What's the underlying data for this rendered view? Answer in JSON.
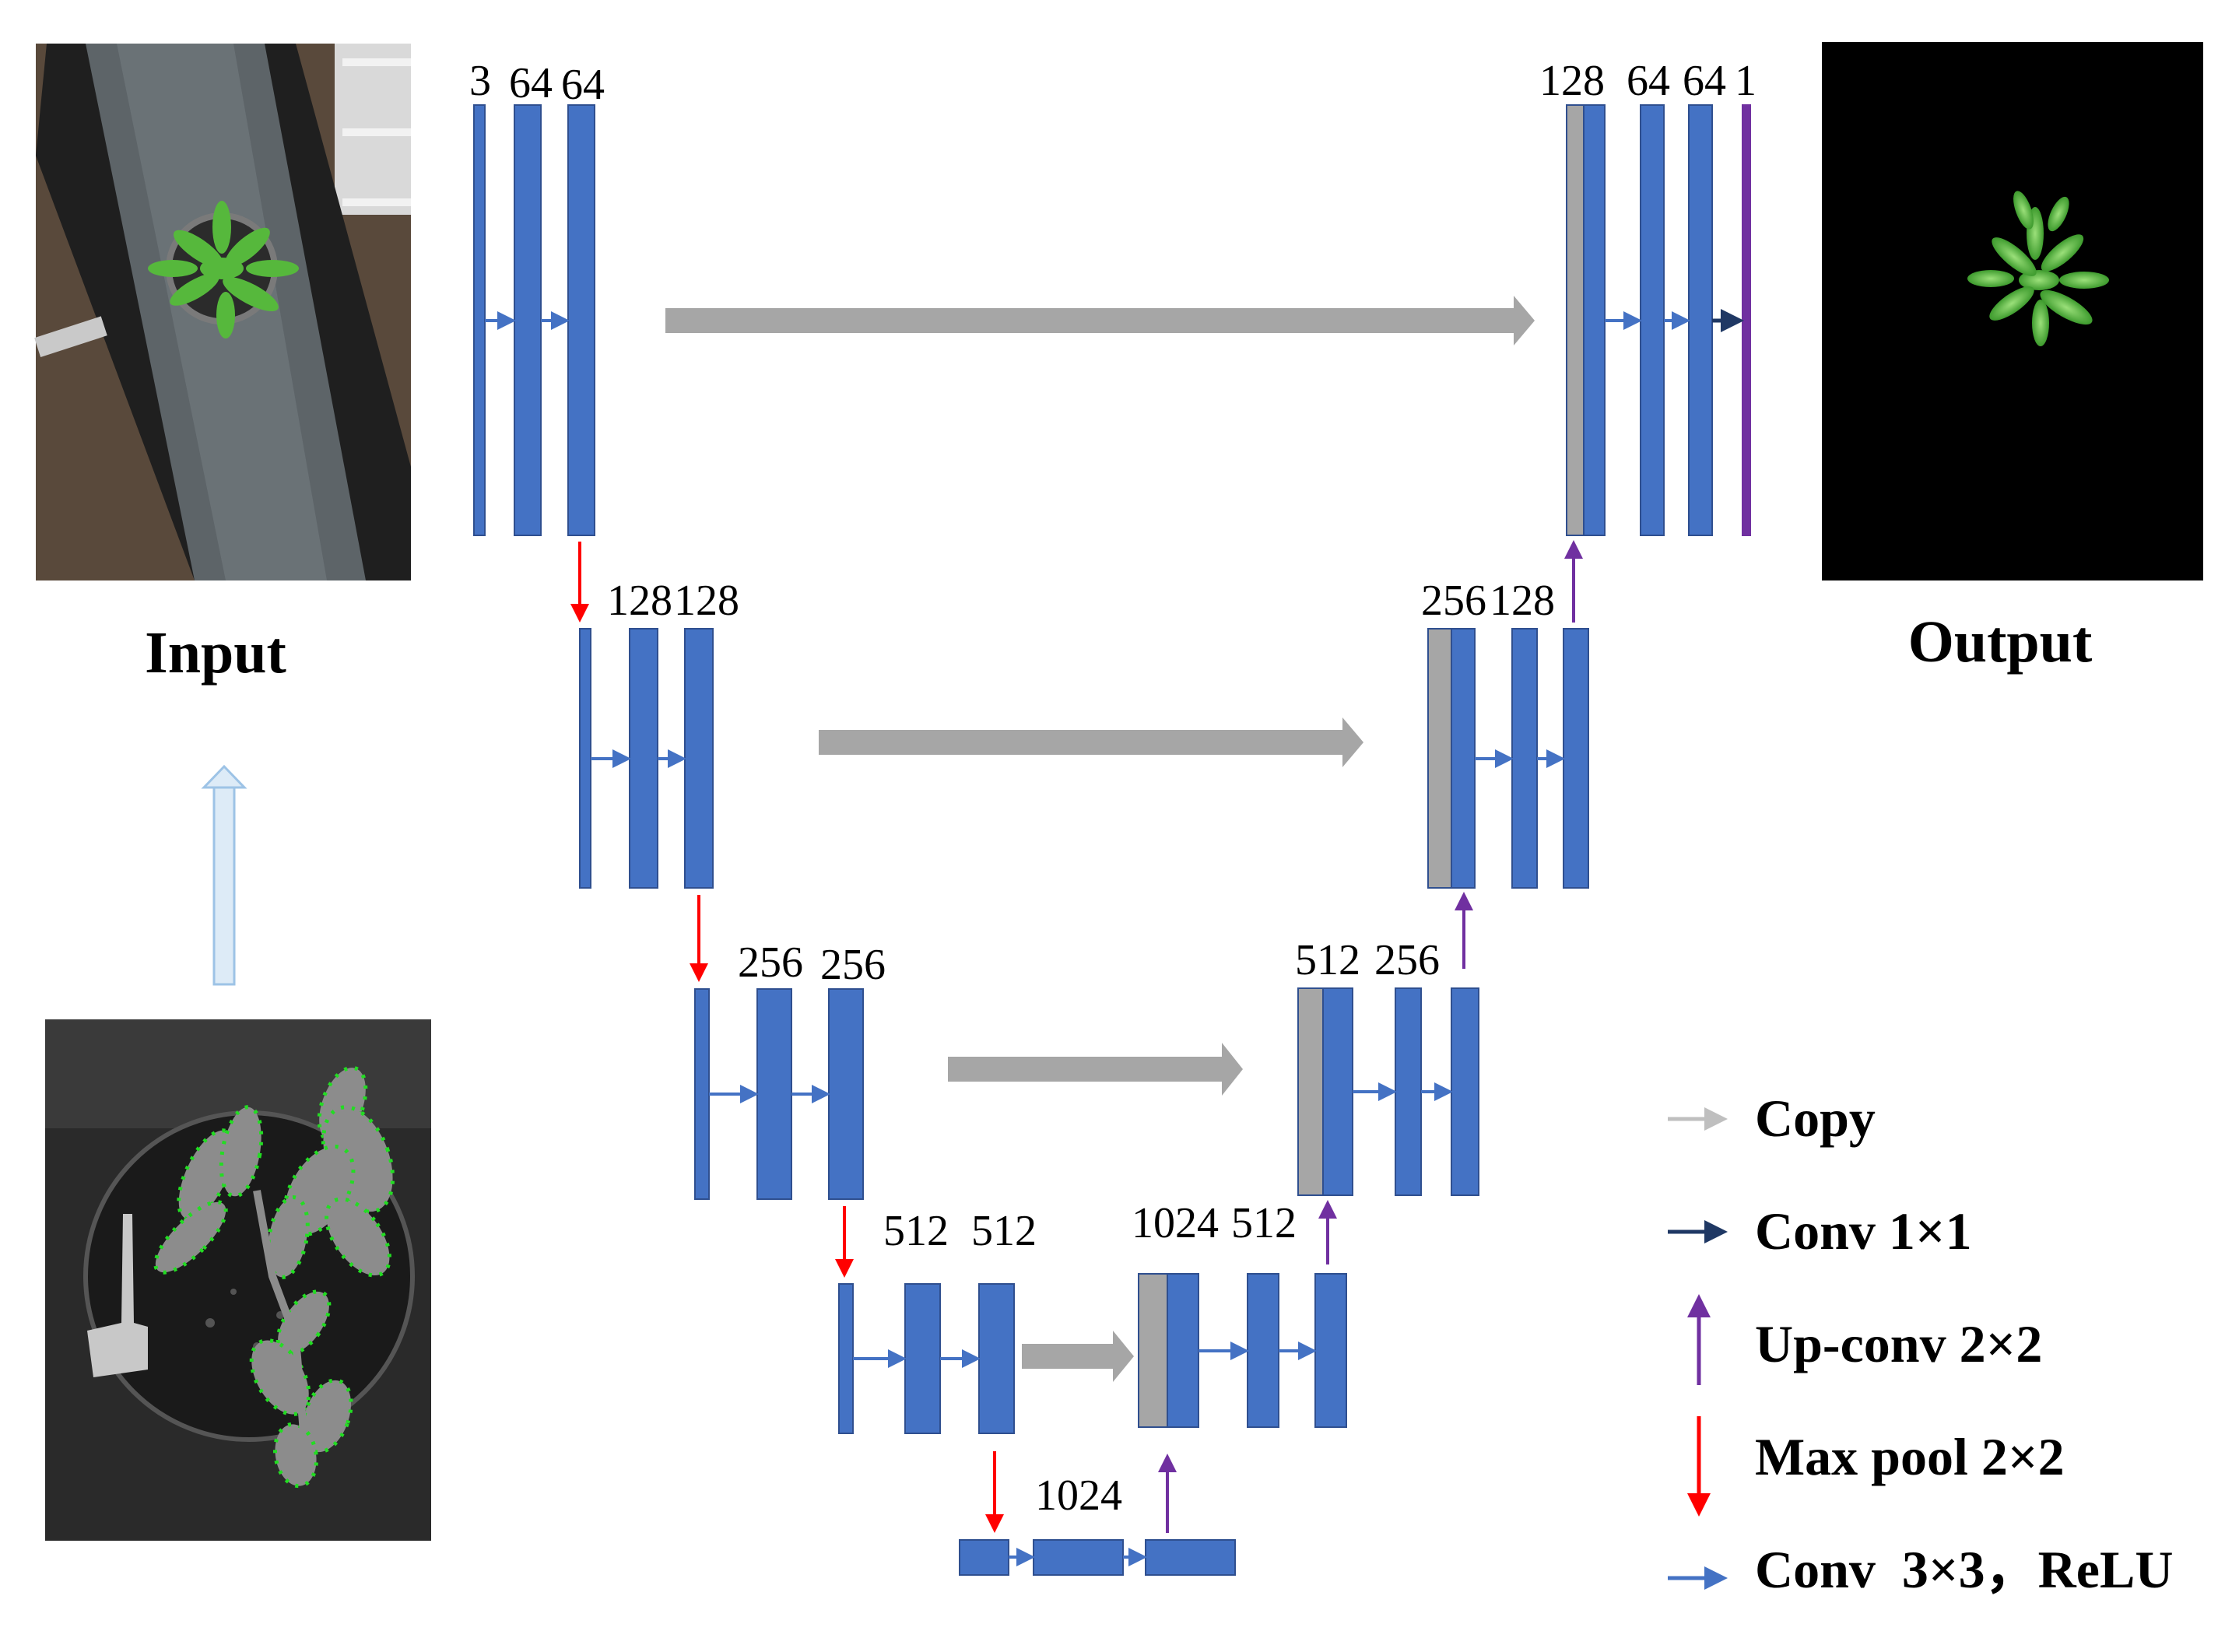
{
  "titles": {
    "input": "Input",
    "output": "Output"
  },
  "channels": {
    "enc1": [
      "3",
      "64",
      "64"
    ],
    "enc2": [
      "128",
      "128"
    ],
    "enc3": [
      "256",
      "256"
    ],
    "enc4": [
      "512",
      "512"
    ],
    "bottom": "1024",
    "dec4": [
      "1024",
      "512"
    ],
    "dec3": [
      "512",
      "256"
    ],
    "dec2": [
      "256",
      "128"
    ],
    "dec1": [
      "128",
      "64",
      "64",
      "1"
    ]
  },
  "legend": {
    "copy": "Copy",
    "conv1x1": "Conv 1×1",
    "upconv": "Up-conv 2×2",
    "maxpool": "Max pool 2×2",
    "conv3x3": "Conv  3×3，ReLU"
  },
  "colors": {
    "block": "#4472C4",
    "block_stroke": "#2F4F8F",
    "copy_block": "#A6A6A6",
    "copy_arrow": "#A6A6A6",
    "conv3x3_arrow": "#4472C4",
    "maxpool_arrow": "#FF0000",
    "upconv_arrow": "#7030A0",
    "conv1x1_arrow": "#1F3864",
    "input_arrow": "#BDD7EE"
  }
}
